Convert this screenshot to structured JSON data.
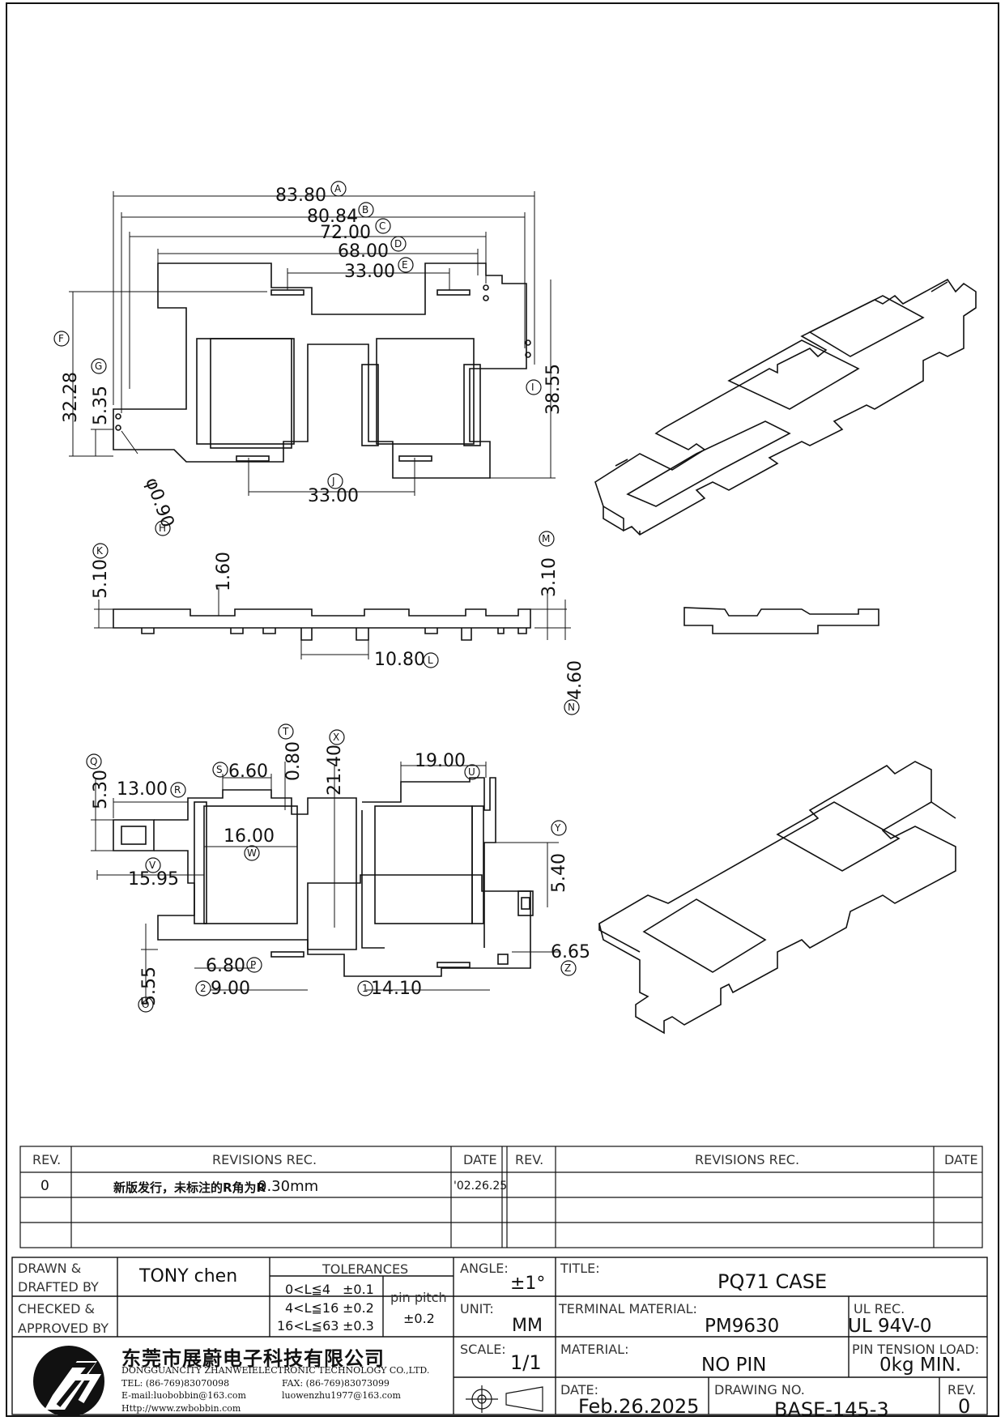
{
  "drawing": {
    "dimensions": {
      "A": "83.80",
      "B": "80.84",
      "C": "72.00",
      "D": "68.00",
      "E": "33.00",
      "F": "32.28",
      "G": "5.35",
      "H": "0.90",
      "I": "38.55",
      "J": "33.00",
      "K": "5.10",
      "pin_h": "1.60",
      "L": "10.80",
      "M": "3.10",
      "N": "4.60",
      "Q": "5.30",
      "R": "13.00",
      "S": "6.60",
      "T": "0.80",
      "X": "21.40",
      "U": "19.00",
      "W": "16.00",
      "V": "15.95",
      "Y": "5.40",
      "P": "6.80",
      "Z": "6.65",
      "O": "5.55",
      "two": "9.00",
      "one": "14.10"
    },
    "callouts": [
      "A",
      "B",
      "C",
      "D",
      "E",
      "F",
      "G",
      "H",
      "I",
      "J",
      "K",
      "L",
      "M",
      "N",
      "Q",
      "R",
      "S",
      "T",
      "X",
      "U",
      "W",
      "V",
      "Y",
      "P",
      "Z",
      "O",
      "2",
      "1"
    ]
  },
  "revisions": {
    "headers": {
      "rev": "REV.",
      "rec": "REVISIONS   REC.",
      "date": "DATE"
    },
    "rows": [
      {
        "rev": "0",
        "rec": "新版发行，未标注的R角为R",
        "rec_val": "0.30mm",
        "date": "'02.26.25"
      }
    ]
  },
  "title_block": {
    "drawn_label_1": "DRAWN &",
    "drawn_label_2": "DRAFTED BY",
    "drawn_by": "TONY  chen",
    "checked_label_1": "CHECKED &",
    "checked_label_2": "APPROVED BY",
    "tolerances_label": "TOLERANCES",
    "tol_rows": [
      {
        "range": "0<L≦4",
        "tol": "±0.1"
      },
      {
        "range": "4<L≦16",
        "tol": "±0.2"
      },
      {
        "range": "16<L≦63",
        "tol": "±0.3"
      }
    ],
    "pin_pitch_label": "pin pitch",
    "pin_pitch_tol": "±0.2",
    "angle_label": "ANGLE:",
    "angle_value": "±1°",
    "unit_label": "UNIT:",
    "unit_value": "MM",
    "scale_label": "SCALE:",
    "scale_value": "1/1",
    "title_label": "TITLE:",
    "title_value": "PQ71  CASE",
    "terminal_label": "TERMINAL MATERIAL:",
    "terminal_value": "PM9630",
    "ul_label": "UL REC.",
    "ul_value": "UL  94V-0",
    "material_label": "MATERIAL:",
    "material_value": "NO  PIN",
    "pin_tension_label": "PIN TENSION LOAD:",
    "pin_tension_value": "0kg  MIN.",
    "date_label": "DATE:",
    "date_value": "Feb.26.2025",
    "drawing_no_label": "DRAWING  NO.",
    "drawing_no_value": "BASE-145-3",
    "rev_label": "REV.",
    "rev_value": "0"
  },
  "company": {
    "name_cn": "东莞市展蔚电子科技有限公司",
    "name_en": "DONGGUANCITY ZHANWEIELECTRONIC TECHNOLOGY CO.,LTD.",
    "tel": "TEL: (86-769)83070098",
    "fax": "FAX: (86-769)83073099",
    "email": "E-mail:luobobbin@163.com",
    "email2": "luowenzhu1977@163.com",
    "web": "Http://www.zwbobbin.com"
  }
}
